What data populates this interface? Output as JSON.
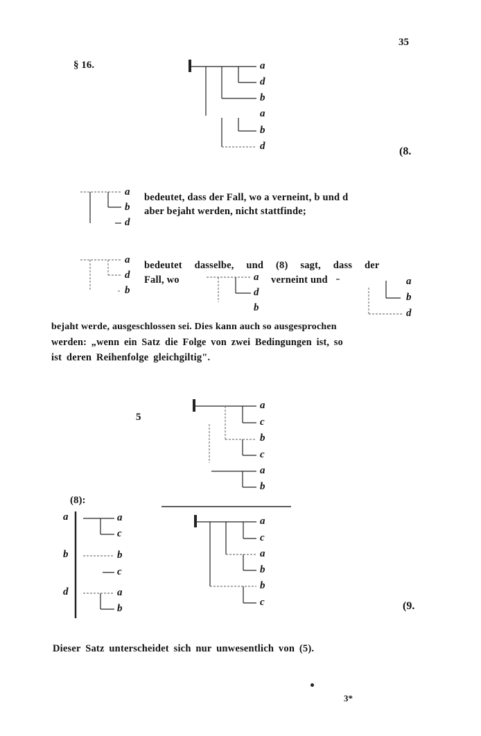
{
  "page": {
    "page_number": "35",
    "section": "§ 16.",
    "signature_mark": "3*"
  },
  "formula8": {
    "number": "(8.",
    "top_group_labels": [
      "a",
      "d",
      "b"
    ],
    "bottom_group_labels": [
      "a",
      "b",
      "d"
    ]
  },
  "explanation": {
    "diagram1_labels": [
      "a",
      "b",
      "d"
    ],
    "para1_line1": "bedeutet, dass der Fall, wo a verneint, b und d",
    "para1_line2": "aber bejaht werden, nicht stattfinde;",
    "diagram2_labels": [
      "a",
      "d",
      "b"
    ],
    "para2_line1": "bedeutet dasselbe, und (8) sagt, dass der",
    "para2_line2_a": "Fall, wo",
    "para2_line2_b": "verneint und",
    "inline_diagram1_labels": [
      "a",
      "d",
      "b"
    ],
    "inline_diagram2_labels": [
      "a",
      "b",
      "d"
    ],
    "para3_line1": "bejaht werde, ausgeschlossen sei.  Dies kann auch so ausgesprochen",
    "para3_line2": "werden: „wenn ein Satz die Folge von zwei Bedingungen ist, so",
    "para3_line3": "ist deren Reihenfolge gleichgiltig\"."
  },
  "formula9": {
    "number": "(9.",
    "premise_ref": "5",
    "premise_labels": [
      "a",
      "c",
      "b",
      "c",
      "a",
      "b"
    ],
    "substitution_ref": "(8):",
    "substitution_vars": [
      "a",
      "b",
      "d"
    ],
    "substitution_labels": [
      "a",
      "c",
      "b",
      "c",
      "a",
      "b"
    ],
    "conclusion_labels": [
      "a",
      "c",
      "a",
      "b",
      "b",
      "c"
    ]
  },
  "closing": {
    "text": "Dieser Satz unterscheidet sich nur unwesentlich von (5)."
  }
}
